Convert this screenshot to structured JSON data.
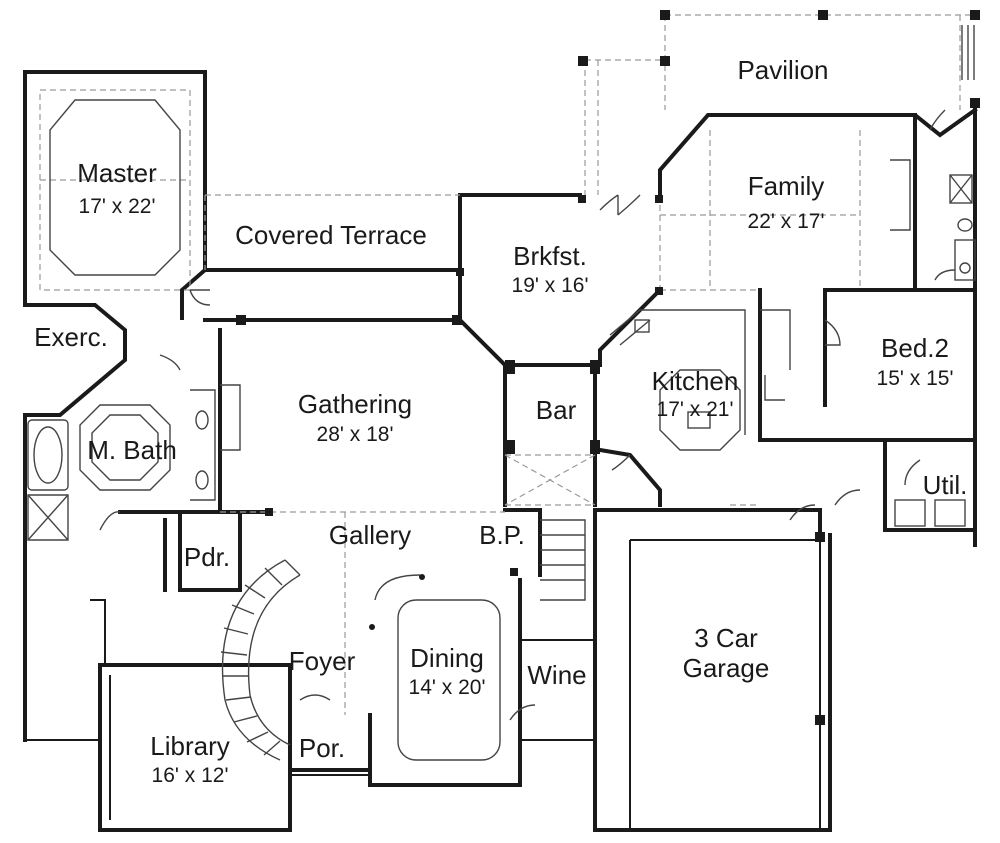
{
  "rooms": {
    "pavilion": {
      "name": "Pavilion"
    },
    "family": {
      "name": "Family",
      "dims": "22' x 17'"
    },
    "master": {
      "name": "Master",
      "dims": "17' x 22'"
    },
    "covered_terrace": {
      "name": "Covered Terrace"
    },
    "brkfst": {
      "name": "Brkfst.",
      "dims": "19' x 16'"
    },
    "exerc": {
      "name": "Exerc."
    },
    "bed2": {
      "name": "Bed.2",
      "dims": "15' x 15'"
    },
    "gathering": {
      "name": "Gathering",
      "dims": "28' x 18'"
    },
    "kitchen": {
      "name": "Kitchen",
      "dims": "17' x 21'"
    },
    "bar": {
      "name": "Bar"
    },
    "mbath": {
      "name": "M. Bath"
    },
    "util": {
      "name": "Util."
    },
    "gallery": {
      "name": "Gallery"
    },
    "bp": {
      "name": "B.P."
    },
    "pdr": {
      "name": "Pdr."
    },
    "foyer": {
      "name": "Foyer"
    },
    "dining": {
      "name": "Dining",
      "dims": "14' x 20'"
    },
    "wine": {
      "name": "Wine"
    },
    "garage": {
      "name": "3 Car",
      "name2": "Garage"
    },
    "library": {
      "name": "Library",
      "dims": "16' x 12'"
    },
    "por": {
      "name": "Por."
    }
  }
}
